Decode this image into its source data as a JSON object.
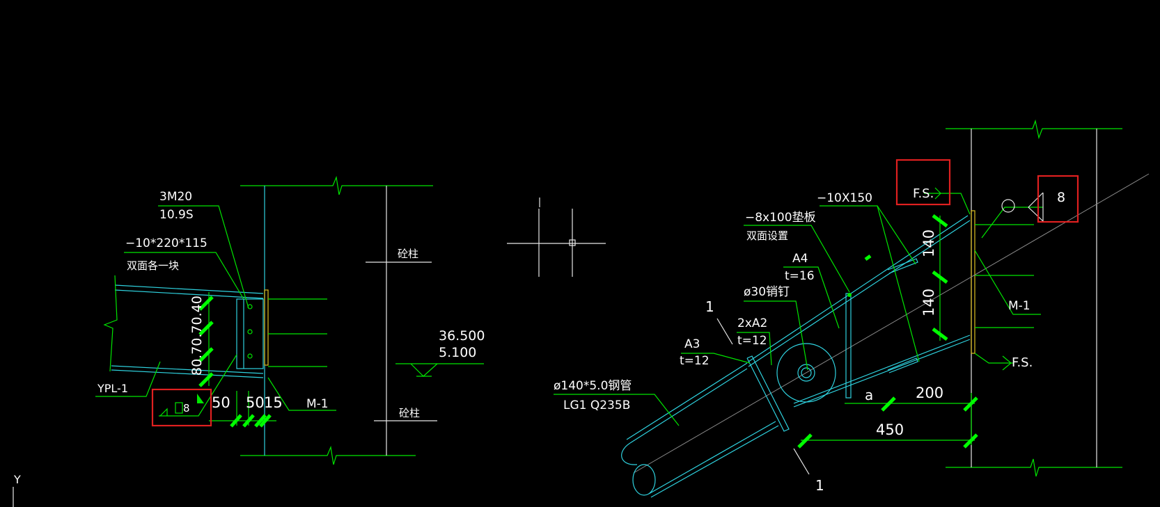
{
  "colors": {
    "background": "#000000",
    "leader": "#00e600",
    "member": "#2fd3e0",
    "text": "#ffffff",
    "highlight": "#e02020",
    "plate": "#e0c020"
  },
  "axis": {
    "y_label": "Y"
  },
  "left_view": {
    "bolt_label": "3M20",
    "bolt_grade": "10.9S",
    "plate_label": "−10*220*115",
    "plate_note": "双面各一块",
    "column_label_top": "砼柱",
    "column_label_bottom": "砼柱",
    "elev_top": "36.500",
    "elev_bottom": "5.100",
    "vertical_dims": "80.70.70.40",
    "weld_size": "8",
    "beam_label": "YPL-1",
    "dim_50a": "50",
    "dim_50b": "50",
    "dim_15": "15",
    "embed_label": "M-1"
  },
  "right_view": {
    "plate_label": "−10X150",
    "pad_label": "−8x100垫板",
    "pad_note": "双面设置",
    "fs_top": "F.S.",
    "weld_size": "8",
    "a4_label": "A4",
    "a4_t": "t=16",
    "pin_label": "ø30销钉",
    "dim_140_top": "140",
    "dim_140_bottom": "140",
    "embed_label": "M-1",
    "section_mark_top": "1",
    "section_mark_bottom": "1",
    "a2_label": "2xA2",
    "a2_t": "t=12",
    "a3_label": "A3",
    "a3_t": "t=12",
    "fs_bottom": "F.S.",
    "pipe_label": "ø140*5.0钢管",
    "pipe_grade": "LG1 Q235B",
    "dim_a": "a",
    "dim_200": "200",
    "dim_450": "450"
  }
}
